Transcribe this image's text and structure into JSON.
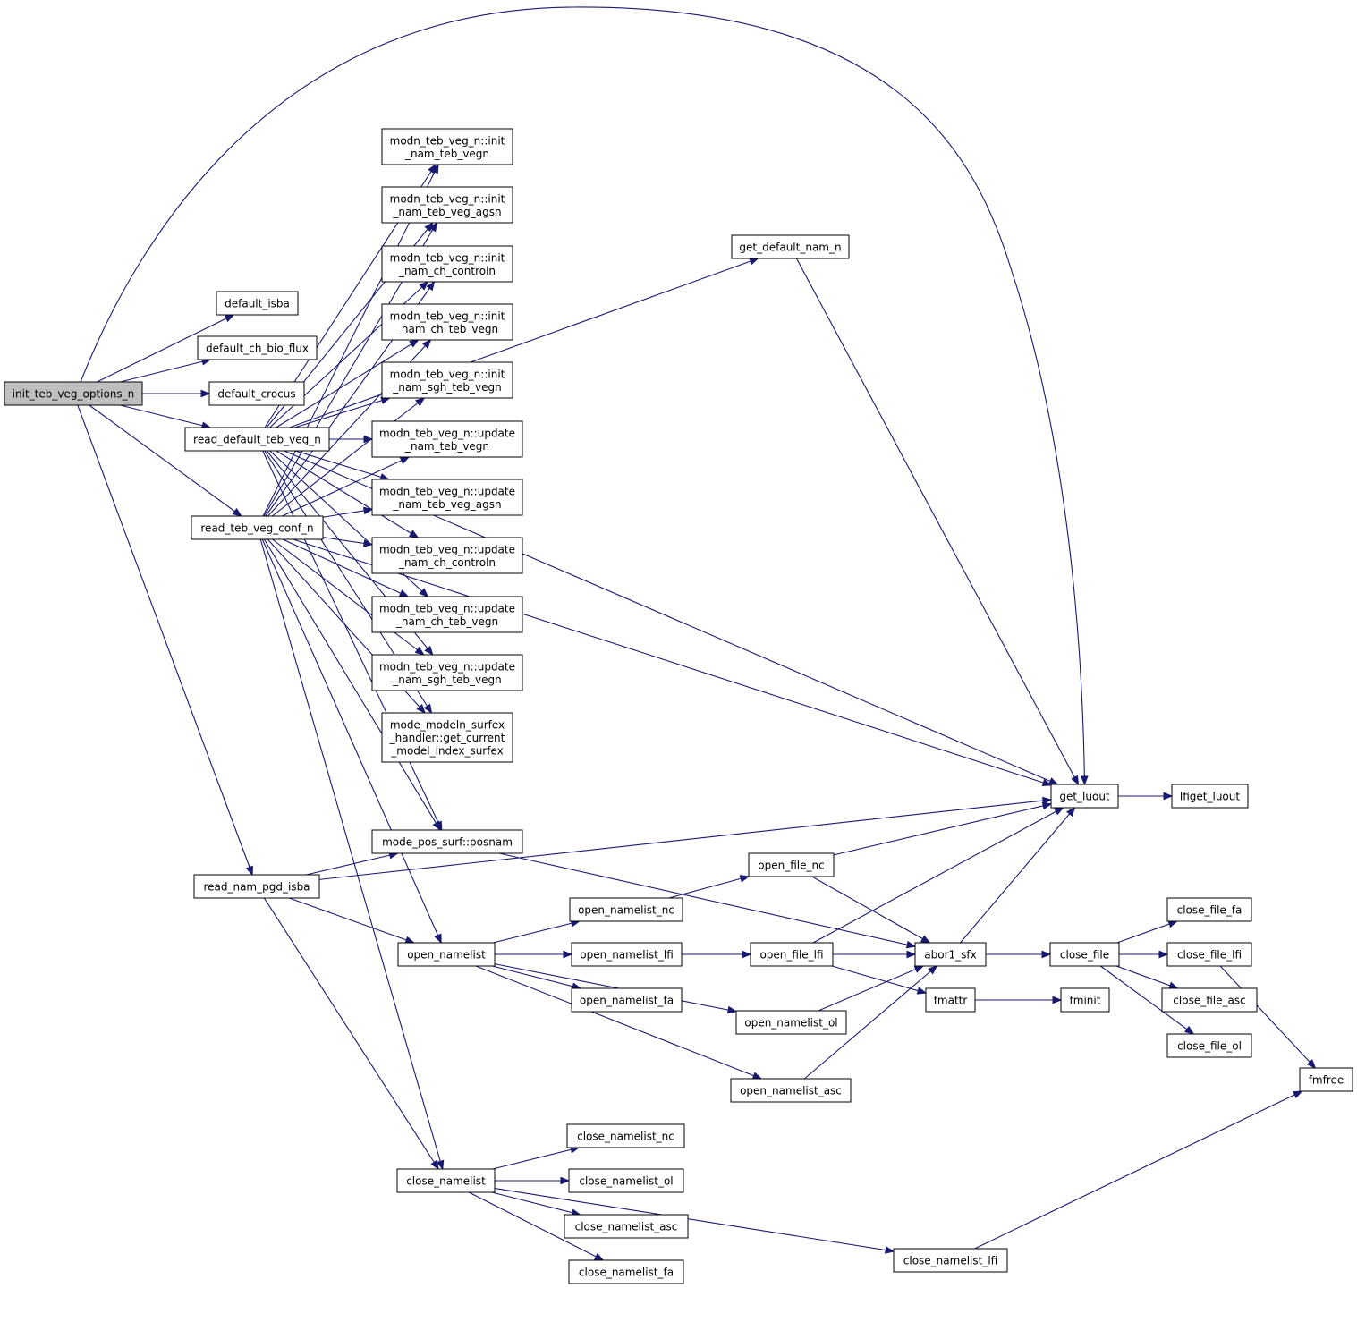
{
  "nodes": [
    {
      "id": "init",
      "lines": [
        "init_teb_veg_options_n"
      ],
      "root": true
    },
    {
      "id": "default_isba",
      "lines": [
        "default_isba"
      ]
    },
    {
      "id": "default_ch_bio_flux",
      "lines": [
        "default_ch_bio_flux"
      ]
    },
    {
      "id": "default_crocus",
      "lines": [
        "default_crocus"
      ]
    },
    {
      "id": "read_default",
      "lines": [
        "read_default_teb_veg_n"
      ]
    },
    {
      "id": "read_conf",
      "lines": [
        "read_teb_veg_conf_n"
      ]
    },
    {
      "id": "read_nam_pgd",
      "lines": [
        "read_nam_pgd_isba"
      ]
    },
    {
      "id": "init_nam_teb_vegn",
      "lines": [
        "modn_teb_veg_n::init",
        "_nam_teb_vegn"
      ]
    },
    {
      "id": "init_nam_teb_veg_agsn",
      "lines": [
        "modn_teb_veg_n::init",
        "_nam_teb_veg_agsn"
      ]
    },
    {
      "id": "init_nam_ch_controln",
      "lines": [
        "modn_teb_veg_n::init",
        "_nam_ch_controln"
      ]
    },
    {
      "id": "init_nam_ch_teb_vegn",
      "lines": [
        "modn_teb_veg_n::init",
        "_nam_ch_teb_vegn"
      ]
    },
    {
      "id": "init_nam_sgh_teb_vegn",
      "lines": [
        "modn_teb_veg_n::init",
        "_nam_sgh_teb_vegn"
      ]
    },
    {
      "id": "upd_nam_teb_vegn",
      "lines": [
        "modn_teb_veg_n::update",
        "_nam_teb_vegn"
      ]
    },
    {
      "id": "upd_nam_teb_veg_agsn",
      "lines": [
        "modn_teb_veg_n::update",
        "_nam_teb_veg_agsn"
      ]
    },
    {
      "id": "upd_nam_ch_controln",
      "lines": [
        "modn_teb_veg_n::update",
        "_nam_ch_controln"
      ]
    },
    {
      "id": "upd_nam_ch_teb_vegn",
      "lines": [
        "modn_teb_veg_n::update",
        "_nam_ch_teb_vegn"
      ]
    },
    {
      "id": "upd_nam_sgh_teb_vegn",
      "lines": [
        "modn_teb_veg_n::update",
        "_nam_sgh_teb_vegn"
      ]
    },
    {
      "id": "mode_modeln",
      "lines": [
        "mode_modeln_surfex",
        "_handler::get_current",
        "_model_index_surfex"
      ]
    },
    {
      "id": "posnam",
      "lines": [
        "mode_pos_surf::posnam"
      ]
    },
    {
      "id": "open_namelist",
      "lines": [
        "open_namelist"
      ]
    },
    {
      "id": "close_namelist",
      "lines": [
        "close_namelist"
      ]
    },
    {
      "id": "get_default_nam_n",
      "lines": [
        "get_default_nam_n"
      ]
    },
    {
      "id": "get_luout",
      "lines": [
        "get_luout"
      ]
    },
    {
      "id": "lfiget_luout",
      "lines": [
        "lfiget_luout"
      ]
    },
    {
      "id": "open_file_nc",
      "lines": [
        "open_file_nc"
      ]
    },
    {
      "id": "open_namelist_nc",
      "lines": [
        "open_namelist_nc"
      ]
    },
    {
      "id": "open_namelist_lfi",
      "lines": [
        "open_namelist_lfi"
      ]
    },
    {
      "id": "open_namelist_fa",
      "lines": [
        "open_namelist_fa"
      ]
    },
    {
      "id": "open_file_lfi",
      "lines": [
        "open_file_lfi"
      ]
    },
    {
      "id": "open_namelist_ol",
      "lines": [
        "open_namelist_ol"
      ]
    },
    {
      "id": "open_namelist_asc",
      "lines": [
        "open_namelist_asc"
      ]
    },
    {
      "id": "abor1_sfx",
      "lines": [
        "abor1_sfx"
      ]
    },
    {
      "id": "fmattr",
      "lines": [
        "fmattr"
      ]
    },
    {
      "id": "fminit",
      "lines": [
        "fminit"
      ]
    },
    {
      "id": "close_file",
      "lines": [
        "close_file"
      ]
    },
    {
      "id": "close_file_fa",
      "lines": [
        "close_file_fa"
      ]
    },
    {
      "id": "close_file_lfi",
      "lines": [
        "close_file_lfi"
      ]
    },
    {
      "id": "close_file_asc",
      "lines": [
        "close_file_asc"
      ]
    },
    {
      "id": "close_file_ol",
      "lines": [
        "close_file_ol"
      ]
    },
    {
      "id": "fmfree",
      "lines": [
        "fmfree"
      ]
    },
    {
      "id": "close_namelist_nc",
      "lines": [
        "close_namelist_nc"
      ]
    },
    {
      "id": "close_namelist_ol",
      "lines": [
        "close_namelist_ol"
      ]
    },
    {
      "id": "close_namelist_asc",
      "lines": [
        "close_namelist_asc"
      ]
    },
    {
      "id": "close_namelist_fa",
      "lines": [
        "close_namelist_fa"
      ]
    },
    {
      "id": "close_namelist_lfi",
      "lines": [
        "close_namelist_lfi"
      ]
    }
  ],
  "edges": [
    [
      "init",
      "get_luout"
    ],
    [
      "init",
      "default_isba"
    ],
    [
      "init",
      "default_ch_bio_flux"
    ],
    [
      "init",
      "default_crocus"
    ],
    [
      "init",
      "read_default"
    ],
    [
      "init",
      "read_conf"
    ],
    [
      "init",
      "read_nam_pgd"
    ],
    [
      "read_default",
      "get_luout"
    ],
    [
      "read_default",
      "get_default_nam_n"
    ],
    [
      "read_default",
      "init_nam_teb_vegn"
    ],
    [
      "read_default",
      "init_nam_teb_veg_agsn"
    ],
    [
      "read_default",
      "init_nam_ch_controln"
    ],
    [
      "read_default",
      "init_nam_ch_teb_vegn"
    ],
    [
      "read_default",
      "init_nam_sgh_teb_vegn"
    ],
    [
      "read_default",
      "upd_nam_teb_vegn"
    ],
    [
      "read_default",
      "upd_nam_teb_veg_agsn"
    ],
    [
      "read_default",
      "upd_nam_ch_controln"
    ],
    [
      "read_default",
      "upd_nam_ch_teb_vegn"
    ],
    [
      "read_default",
      "upd_nam_sgh_teb_vegn"
    ],
    [
      "read_default",
      "mode_modeln"
    ],
    [
      "read_default",
      "posnam"
    ],
    [
      "read_conf",
      "init_nam_teb_vegn"
    ],
    [
      "read_conf",
      "init_nam_teb_veg_agsn"
    ],
    [
      "read_conf",
      "init_nam_ch_controln"
    ],
    [
      "read_conf",
      "init_nam_ch_teb_vegn"
    ],
    [
      "read_conf",
      "init_nam_sgh_teb_vegn"
    ],
    [
      "read_conf",
      "upd_nam_teb_vegn"
    ],
    [
      "read_conf",
      "upd_nam_teb_veg_agsn"
    ],
    [
      "read_conf",
      "upd_nam_ch_controln"
    ],
    [
      "read_conf",
      "upd_nam_ch_teb_vegn"
    ],
    [
      "read_conf",
      "upd_nam_sgh_teb_vegn"
    ],
    [
      "read_conf",
      "mode_modeln"
    ],
    [
      "read_conf",
      "get_luout"
    ],
    [
      "read_conf",
      "posnam"
    ],
    [
      "read_conf",
      "open_namelist"
    ],
    [
      "read_conf",
      "close_namelist"
    ],
    [
      "read_nam_pgd",
      "get_luout"
    ],
    [
      "read_nam_pgd",
      "posnam"
    ],
    [
      "read_nam_pgd",
      "open_namelist"
    ],
    [
      "read_nam_pgd",
      "close_namelist"
    ],
    [
      "get_default_nam_n",
      "get_luout"
    ],
    [
      "posnam",
      "abor1_sfx"
    ],
    [
      "get_luout",
      "lfiget_luout"
    ],
    [
      "open_namelist",
      "open_namelist_nc"
    ],
    [
      "open_namelist",
      "open_namelist_lfi"
    ],
    [
      "open_namelist",
      "open_namelist_fa"
    ],
    [
      "open_namelist",
      "open_namelist_ol"
    ],
    [
      "open_namelist",
      "open_namelist_asc"
    ],
    [
      "open_namelist_nc",
      "open_file_nc"
    ],
    [
      "open_file_nc",
      "get_luout"
    ],
    [
      "open_file_nc",
      "abor1_sfx"
    ],
    [
      "open_namelist_lfi",
      "open_file_lfi"
    ],
    [
      "open_file_lfi",
      "get_luout"
    ],
    [
      "open_file_lfi",
      "abor1_sfx"
    ],
    [
      "open_file_lfi",
      "fmattr"
    ],
    [
      "open_namelist_ol",
      "abor1_sfx"
    ],
    [
      "open_namelist_asc",
      "abor1_sfx"
    ],
    [
      "abor1_sfx",
      "get_luout"
    ],
    [
      "abor1_sfx",
      "close_file"
    ],
    [
      "fmattr",
      "fminit"
    ],
    [
      "close_file",
      "close_file_fa"
    ],
    [
      "close_file",
      "close_file_lfi"
    ],
    [
      "close_file",
      "close_file_asc"
    ],
    [
      "close_file",
      "close_file_ol"
    ],
    [
      "close_file_lfi",
      "fmfree"
    ],
    [
      "close_namelist",
      "close_namelist_nc"
    ],
    [
      "close_namelist",
      "close_namelist_ol"
    ],
    [
      "close_namelist",
      "close_namelist_asc"
    ],
    [
      "close_namelist",
      "close_namelist_fa"
    ],
    [
      "close_namelist",
      "close_namelist_lfi"
    ],
    [
      "close_namelist_lfi",
      "fmfree"
    ]
  ]
}
